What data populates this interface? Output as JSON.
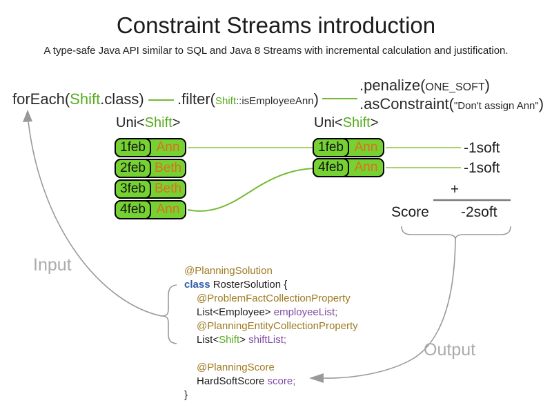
{
  "title": "Constraint Streams introduction",
  "subtitle": "A type-safe Java API similar to SQL and Java 8 Streams with incremental calculation and justification.",
  "pipeline": {
    "foreach": {
      "pre": "forEach(",
      "arg": "Shift",
      "post": ".class)"
    },
    "filter": {
      "pre": ".filter(",
      "arg_type": "Shift",
      "arg_rest": "::isEmployeeAnn",
      "post": ")"
    },
    "penalize": {
      "pre": ".penalize(",
      "arg": "ONE_SOFT",
      "post": ")"
    },
    "as_constraint": {
      "pre": ".asConstraint(",
      "arg": "\"Don't assign Ann\"",
      "post": ")"
    }
  },
  "streams": {
    "left": {
      "type_label": {
        "pre": "Uni<",
        "type": "Shift",
        "post": ">"
      },
      "rows": [
        {
          "date": "1feb",
          "employee": "Ann"
        },
        {
          "date": "2feb",
          "employee": "Beth"
        },
        {
          "date": "3feb",
          "employee": "Beth"
        },
        {
          "date": "4feb",
          "employee": "Ann"
        }
      ]
    },
    "right": {
      "type_label": {
        "pre": "Uni<",
        "type": "Shift",
        "post": ">"
      },
      "rows": [
        {
          "date": "1feb",
          "employee": "Ann"
        },
        {
          "date": "4feb",
          "employee": "Ann"
        }
      ]
    }
  },
  "score_panel": {
    "penalties": [
      "-1soft",
      "-1soft"
    ],
    "plus": "+",
    "label": "Score",
    "total": "-2soft"
  },
  "labels": {
    "input": "Input",
    "output": "Output"
  },
  "code": {
    "annotation_solution": "@PlanningSolution",
    "kw_class": "class",
    "class_decl": " RosterSolution {",
    "annotation_problem_fact": "@ProblemFactCollectionProperty",
    "employee_type": "List<Employee> ",
    "employee_field": "employeeList;",
    "annotation_planning_entity": "@PlanningEntityCollectionProperty",
    "shift_type_pre": "List<",
    "shift_type_green": "Shift",
    "shift_type_post": "> ",
    "shift_field": "shiftList;",
    "annotation_planning_score": "@PlanningScore",
    "score_type": "HardSoftScore ",
    "score_field": "score;",
    "closing_brace": "}"
  },
  "colors": {
    "box-green": "#76d232",
    "orange-text": "#dd6f1e",
    "green-text": "#55ab1e",
    "line-light": "#a8d373",
    "line-medium": "#74bb33",
    "gray-arrow": "#999999",
    "gray-line": "#7a7a7a",
    "gray-label": "#ababab",
    "gold": "#9e7b20",
    "kw-blue": "#2e5da6",
    "purple": "#7f4aa2"
  }
}
